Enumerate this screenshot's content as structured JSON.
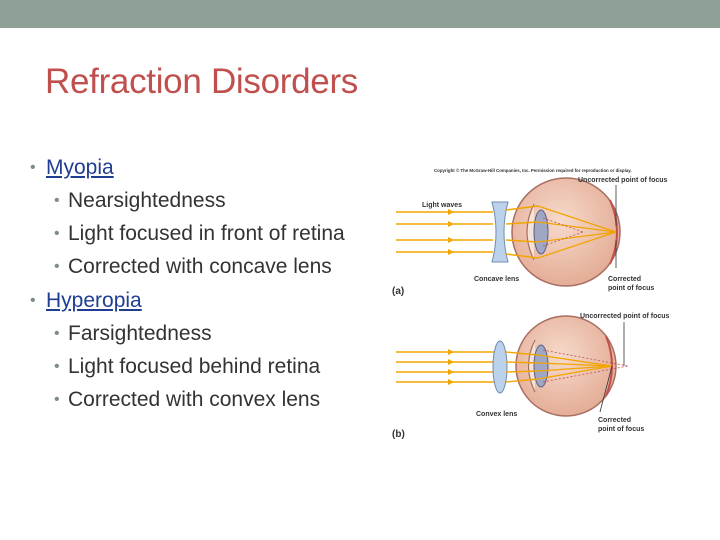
{
  "slide": {
    "title": "Refraction Disorders"
  },
  "bullets": {
    "myopia": {
      "label": "Myopia",
      "items": [
        {
          "text": "Nearsightedness"
        },
        {
          "text": "Light focused in front of retina"
        },
        {
          "text": "Corrected with concave lens"
        }
      ]
    },
    "hyperopia": {
      "label": "Hyperopia",
      "items": [
        {
          "text": "Farsightedness"
        },
        {
          "text": "Light focused behind retina"
        },
        {
          "text": "Corrected with convex lens"
        }
      ]
    }
  },
  "figure": {
    "copyright": "Copyright © The McGraw-Hill Companies, Inc. Permission required for reproduction or display.",
    "panel_a": {
      "tag": "(a)",
      "light_waves": "Light waves",
      "lens": "Concave lens",
      "uncorrected": "Uncorrected point of focus",
      "corrected_line1": "Corrected",
      "corrected_line2": "point of focus"
    },
    "panel_b": {
      "tag": "(b)",
      "lens": "Convex lens",
      "uncorrected": "Uncorrected point of focus",
      "corrected_line1": "Corrected",
      "corrected_line2": "point of focus"
    },
    "colors": {
      "eye": "#eabfa8",
      "eye_edge": "#a86e62",
      "lens": "#bcd2ea",
      "rays": "#f2a500",
      "title": "#c0504d"
    }
  }
}
